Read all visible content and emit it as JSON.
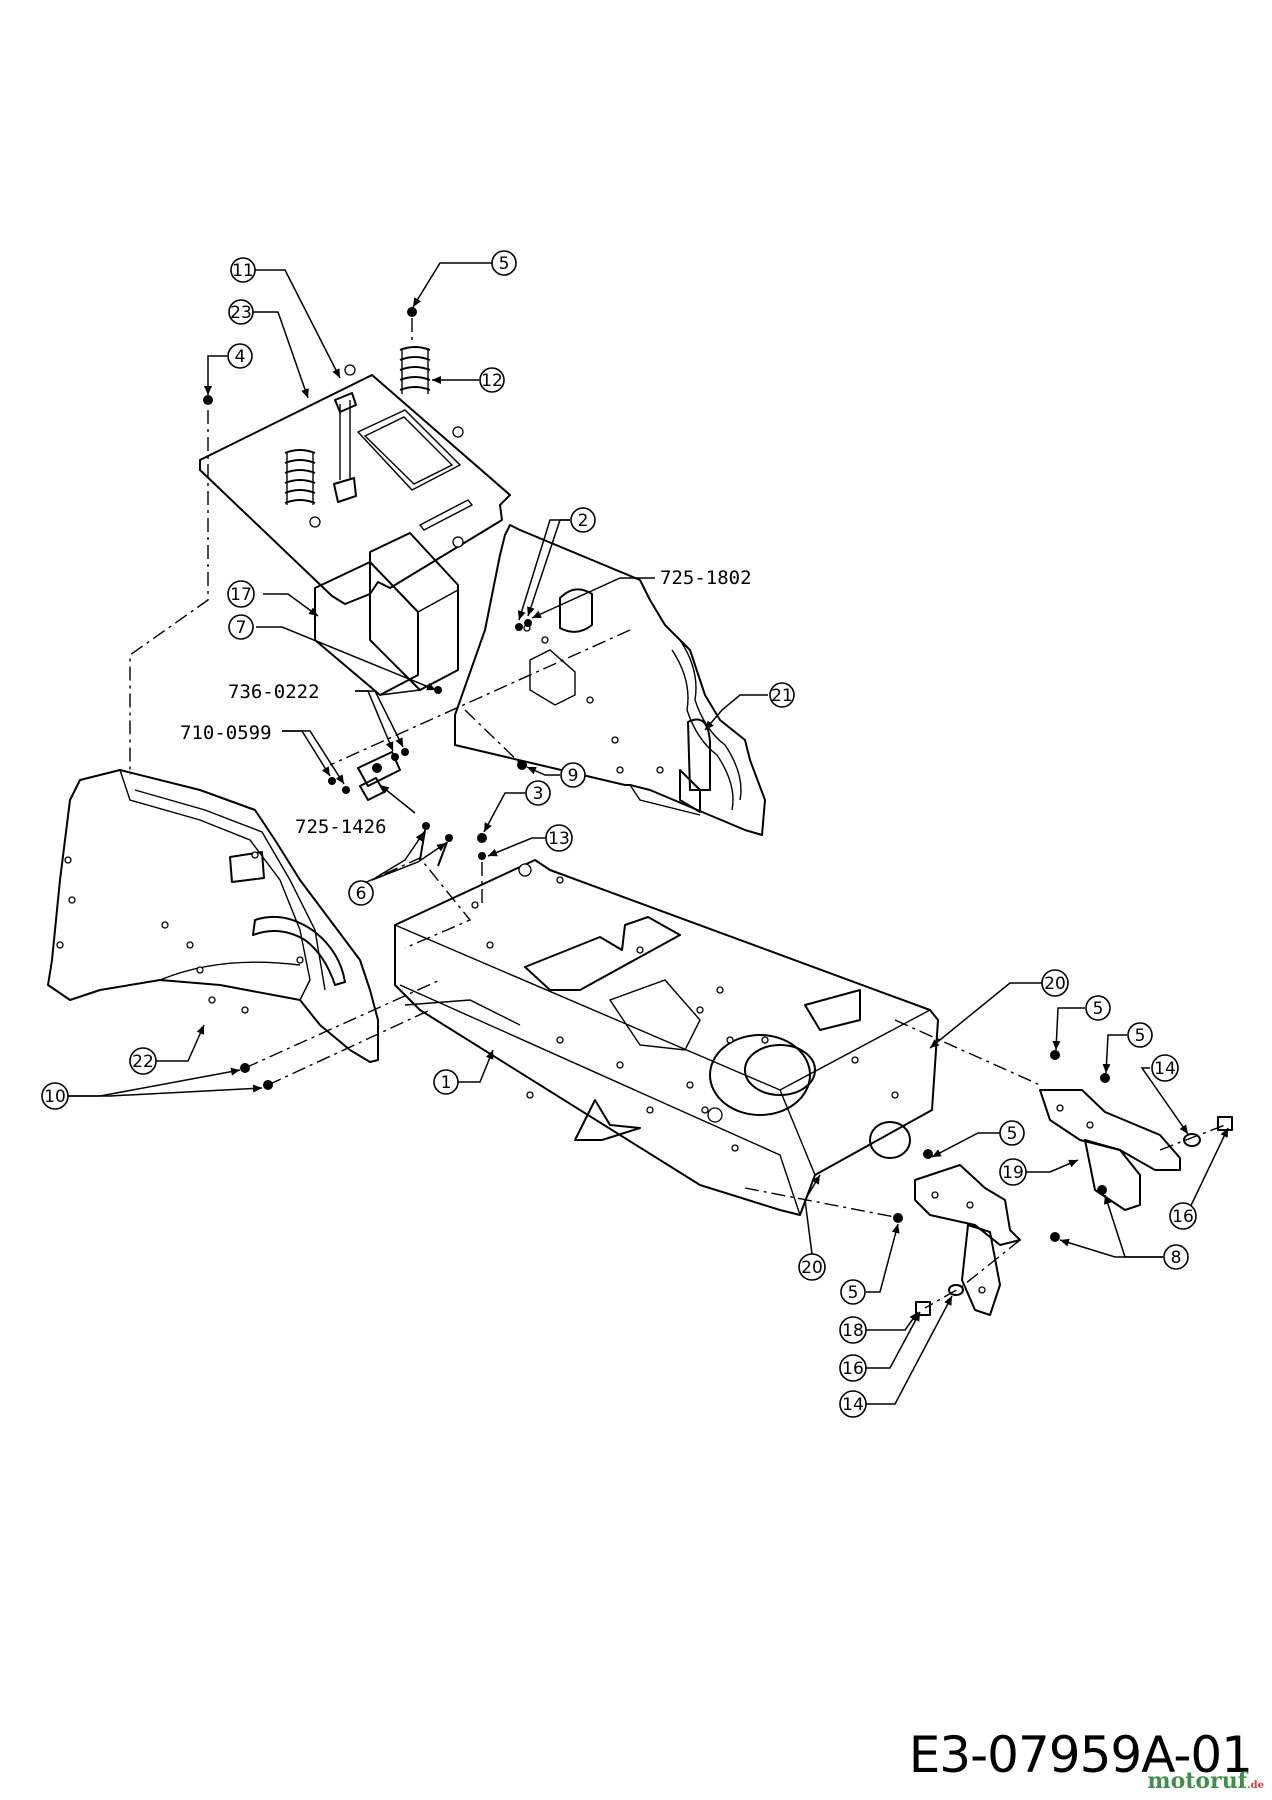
{
  "callouts": [
    "11",
    "5",
    "23",
    "4",
    "12",
    "2",
    "725-1802",
    "17",
    "7",
    "21",
    "736-0222",
    "710-0599",
    "9",
    "725-1426",
    "3",
    "13",
    "6",
    "20",
    "1",
    "5",
    "5",
    "14",
    "19",
    "5",
    "16",
    "8",
    "5",
    "18",
    "16",
    "14",
    "20",
    "22",
    "10"
  ],
  "drawing_code": "E3-07959A-01",
  "watermark": {
    "text": "motoruf",
    "suffix": ".de"
  }
}
